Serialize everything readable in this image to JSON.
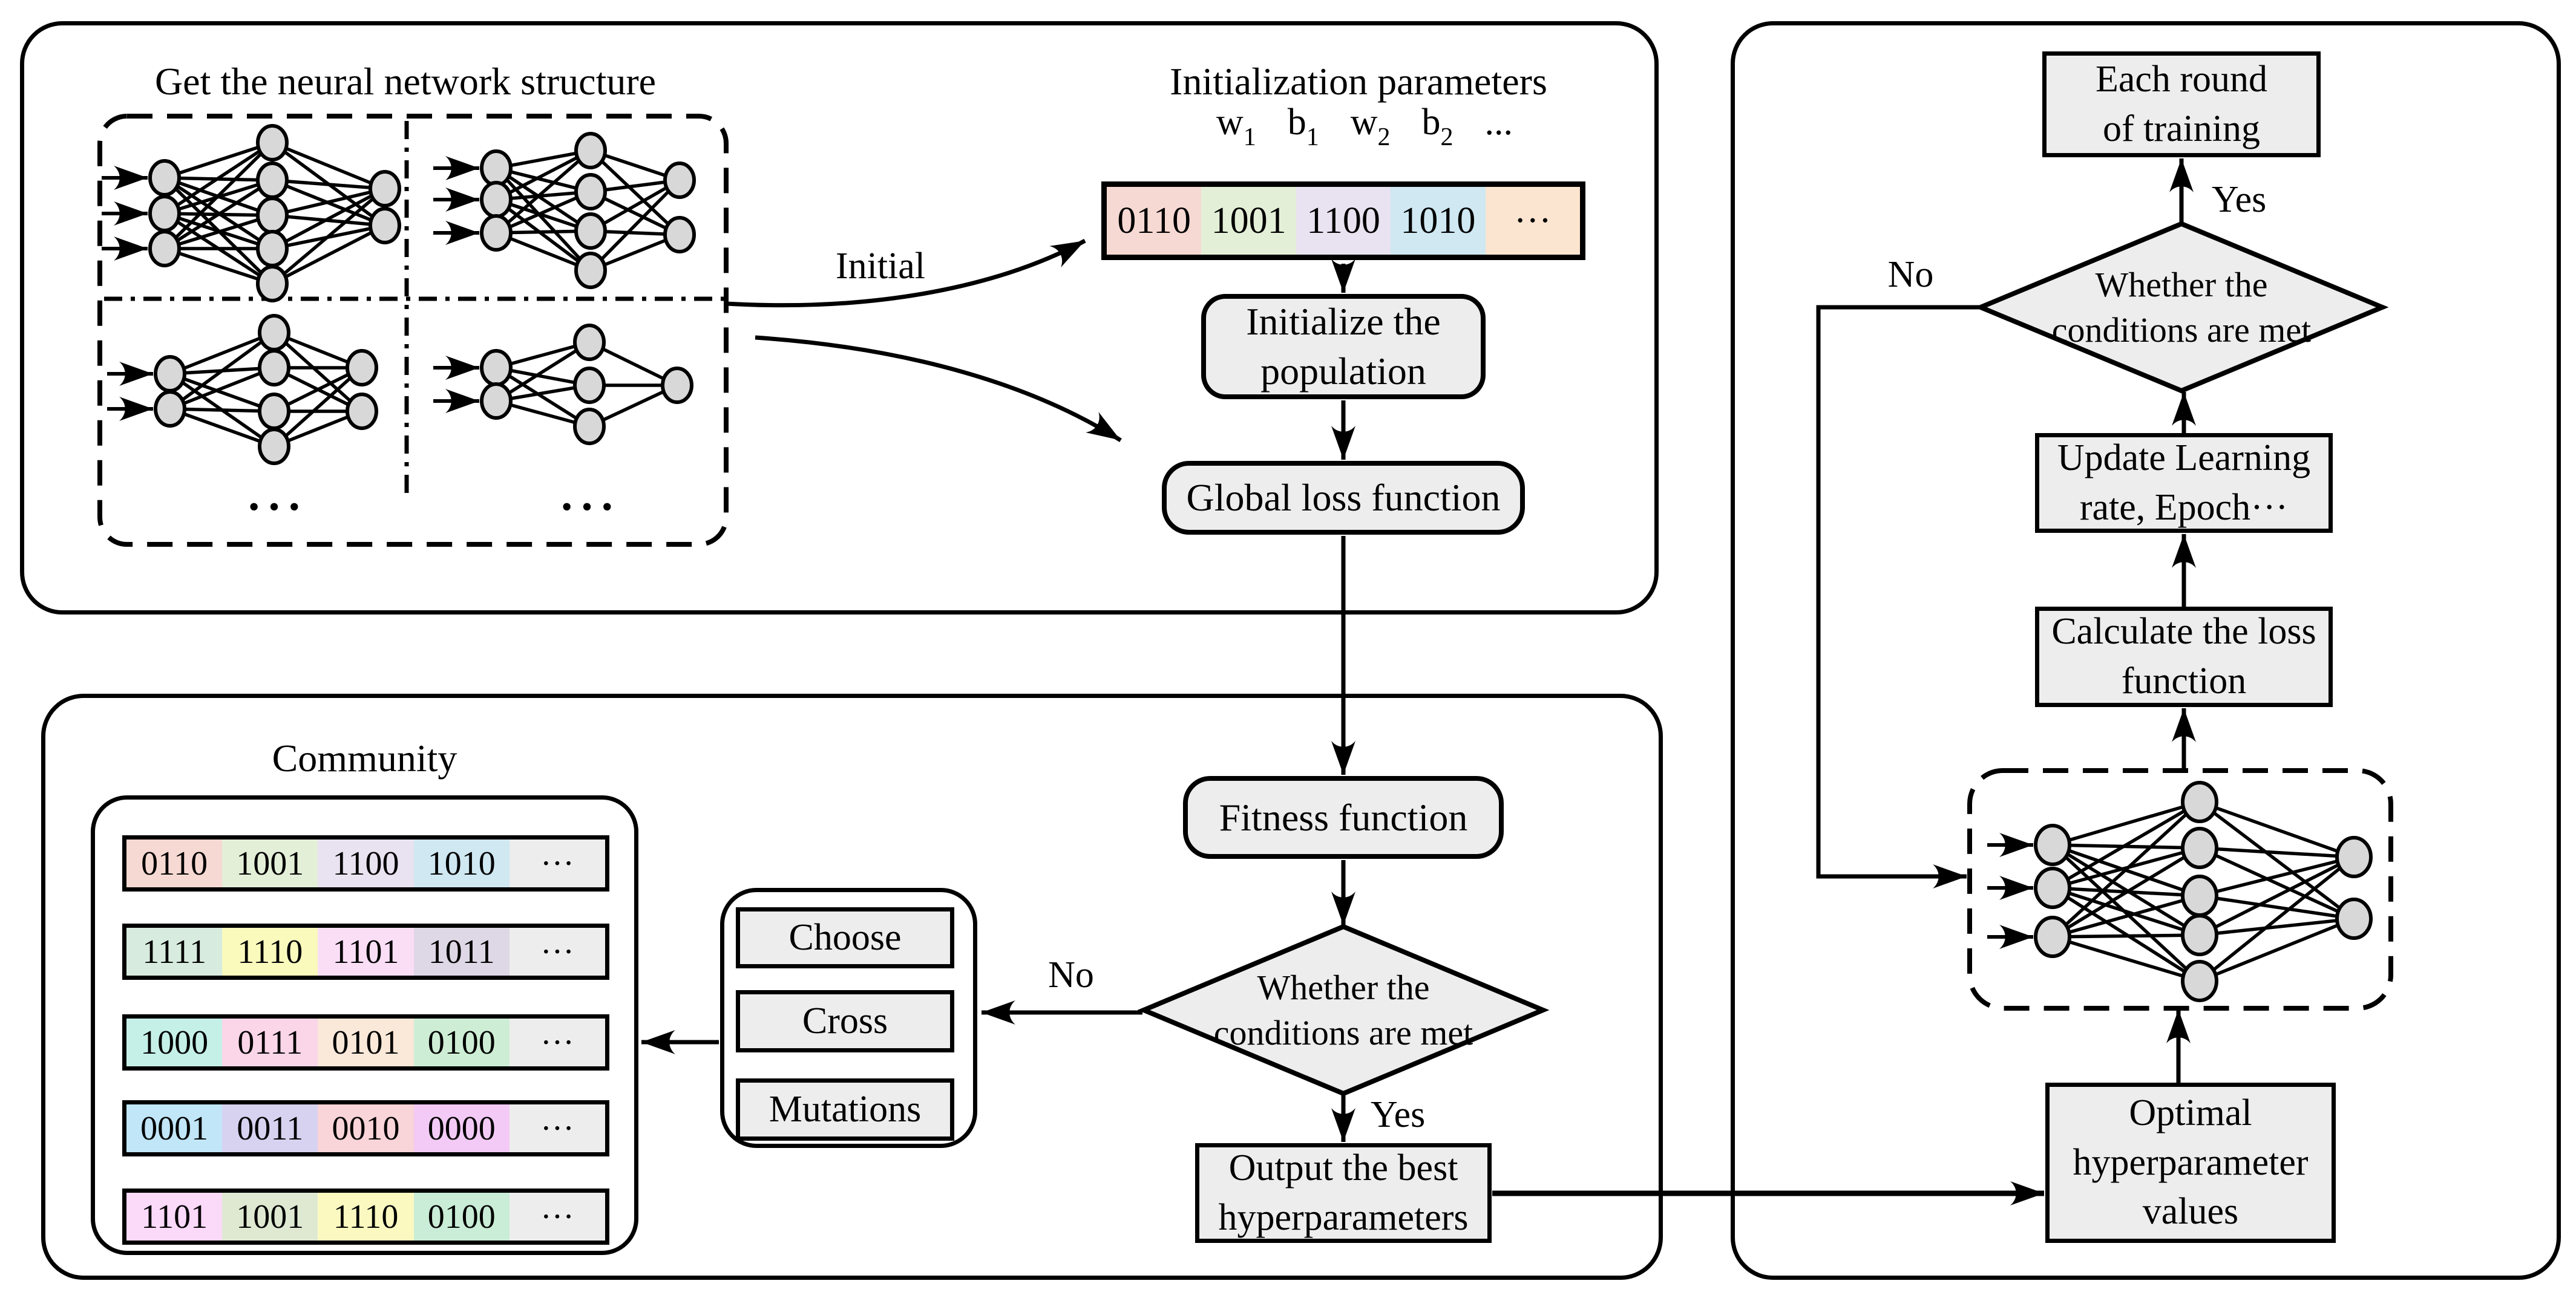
{
  "colors": {
    "box_fill": "#ededed",
    "node_fill": "#d8d8d8",
    "line": "#000000"
  },
  "structure_panel": {
    "title": "Get the neural network structure",
    "ellipsis_left": "···",
    "ellipsis_right": "···",
    "initial_label": "Initial"
  },
  "init": {
    "title": "Initialization parameters",
    "params": [
      {
        "base": "w",
        "sub": "1"
      },
      {
        "base": "b",
        "sub": "1"
      },
      {
        "base": "w",
        "sub": "2"
      },
      {
        "base": "b",
        "sub": "2"
      },
      {
        "base": "...",
        "sub": ""
      }
    ],
    "bar": {
      "segments": [
        {
          "value": "0110",
          "color": "#f7d9d3"
        },
        {
          "value": "1001",
          "color": "#e4efd8"
        },
        {
          "value": "1100",
          "color": "#e9e2f0"
        },
        {
          "value": "1010",
          "color": "#cfe8f2"
        },
        {
          "value": "···",
          "color": "#fbe5d0"
        }
      ]
    },
    "initialize_population": {
      "line1": "Initialize the",
      "line2": "population"
    },
    "global_loss": "Global loss function"
  },
  "ga": {
    "fitness": "Fitness function",
    "decision": {
      "line1": "Whether the",
      "line2": "conditions are met"
    },
    "no_label": "No",
    "yes_label": "Yes",
    "operators": [
      "Choose",
      "Cross",
      "Mutations"
    ],
    "output_best": {
      "line1": "Output the best",
      "line2": "hyperparameters"
    },
    "community": {
      "title": "Community",
      "rows": [
        {
          "segments": [
            {
              "value": "0110",
              "color": "#f7d9d3"
            },
            {
              "value": "1001",
              "color": "#e4efd8"
            },
            {
              "value": "1100",
              "color": "#e9e2f0"
            },
            {
              "value": "1010",
              "color": "#cfe8f2"
            },
            {
              "value": "···",
              "color": "#ededed"
            }
          ]
        },
        {
          "segments": [
            {
              "value": "1111",
              "color": "#d8ebdf"
            },
            {
              "value": "1110",
              "color": "#fafabd"
            },
            {
              "value": "1101",
              "color": "#fadef6"
            },
            {
              "value": "1011",
              "color": "#ded8e6"
            },
            {
              "value": "···",
              "color": "#ededed"
            }
          ]
        },
        {
          "segments": [
            {
              "value": "1000",
              "color": "#c5f0e8"
            },
            {
              "value": "0111",
              "color": "#fbd6e8"
            },
            {
              "value": "0101",
              "color": "#fae8d9"
            },
            {
              "value": "0100",
              "color": "#cdeed5"
            },
            {
              "value": "···",
              "color": "#ededed"
            }
          ]
        },
        {
          "segments": [
            {
              "value": "0001",
              "color": "#c0e6f8"
            },
            {
              "value": "0011",
              "color": "#d8d2f1"
            },
            {
              "value": "0010",
              "color": "#f9d4d8"
            },
            {
              "value": "0000",
              "color": "#f3caf5"
            },
            {
              "value": "···",
              "color": "#ededed"
            }
          ]
        },
        {
          "segments": [
            {
              "value": "1101",
              "color": "#fbd9f9"
            },
            {
              "value": "1001",
              "color": "#dfe9d2"
            },
            {
              "value": "1110",
              "color": "#fbf9c0"
            },
            {
              "value": "0100",
              "color": "#c9edd6"
            },
            {
              "value": "···",
              "color": "#ededed"
            }
          ]
        }
      ]
    }
  },
  "training": {
    "each_round": {
      "line1": "Each round",
      "line2": "of training"
    },
    "decision": {
      "line1": "Whether the",
      "line2": "conditions are met"
    },
    "yes_label": "Yes",
    "no_label": "No",
    "update": {
      "line1": "Update Learning",
      "line2": "rate, Epoch···"
    },
    "calculate": {
      "line1": "Calculate the loss",
      "line2": "function"
    },
    "optimal": {
      "line1": "Optimal",
      "line2": "hyperparameter",
      "line3": "values"
    }
  },
  "networks": [
    {
      "name": "nn-top-left",
      "rx": 24,
      "ry": 28,
      "xs": [
        272,
        450,
        636
      ],
      "layers": [
        [
          294,
          353,
          411
        ],
        [
          236,
          298,
          356,
          411,
          469
        ],
        [
          312,
          373
        ]
      ]
    },
    {
      "name": "nn-top-right",
      "rx": 24,
      "ry": 28,
      "xs": [
        820,
        976,
        1123
      ],
      "layers": [
        [
          278,
          330,
          385
        ],
        [
          249,
          317,
          382,
          447
        ],
        [
          298,
          388
        ]
      ]
    },
    {
      "name": "nn-bottom-left",
      "rx": 24,
      "ry": 28,
      "xs": [
        281,
        453,
        598
      ],
      "layers": [
        [
          618,
          676
        ],
        [
          550,
          608,
          680,
          738
        ],
        [
          608,
          680
        ]
      ]
    },
    {
      "name": "nn-bottom-right",
      "rx": 24,
      "ry": 28,
      "xs": [
        820,
        974,
        1119
      ],
      "layers": [
        [
          608,
          663
        ],
        [
          566,
          637,
          705
        ],
        [
          637
        ]
      ]
    },
    {
      "name": "nn-training",
      "rx": 28,
      "ry": 32,
      "xs": [
        3392,
        3635,
        3890
      ],
      "layers": [
        [
          1397,
          1468,
          1549
        ],
        [
          1326,
          1402,
          1481,
          1546,
          1622
        ],
        [
          1417,
          1519
        ]
      ]
    }
  ]
}
